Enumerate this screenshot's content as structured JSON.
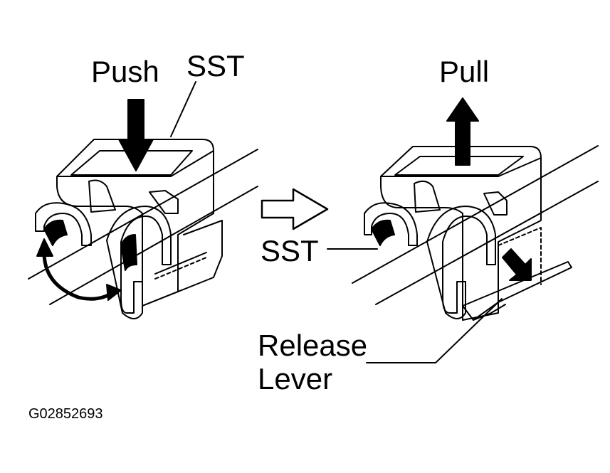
{
  "labels": {
    "push": "Push",
    "sst_left": "SST",
    "pull": "Pull",
    "sst_right": "SST",
    "release_line1": "Release",
    "release_line2": "Lever",
    "figure_code": "G02852693"
  },
  "colors": {
    "ink": "#000000",
    "paper": "#ffffff"
  }
}
